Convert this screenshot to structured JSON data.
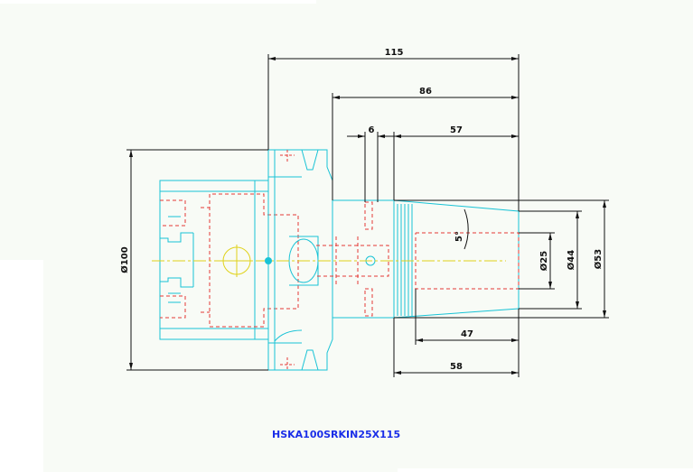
{
  "drawing": {
    "caption": "HSKA100SRKIN25X115",
    "dimensions": {
      "overall_length": "115",
      "shank_length": "86",
      "taper_length": "57",
      "gap": "6",
      "bore_depth": "47",
      "taper_base_length": "58",
      "flange_diameter": "Ø100",
      "bore_diameter": "Ø25",
      "taper_small_diameter": "Ø44",
      "taper_large_diameter": "Ø53",
      "taper_angle": "5°"
    },
    "colors": {
      "outline": "#19c3d6",
      "hidden": "#e53935",
      "dimension": "#111111",
      "centerline": "#e0d21a",
      "caption": "#1a2ee8"
    }
  }
}
